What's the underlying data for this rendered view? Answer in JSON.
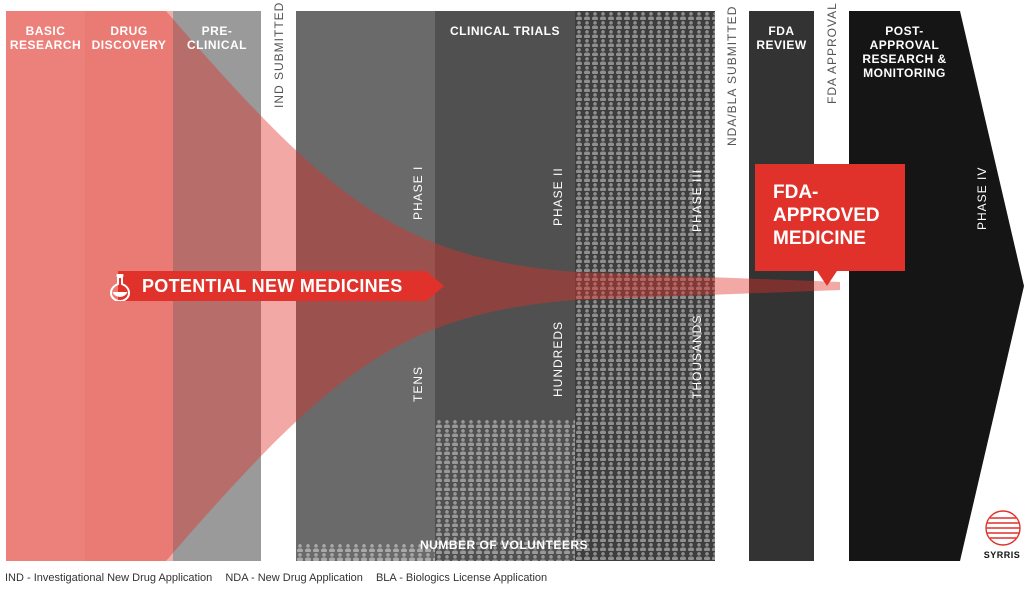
{
  "stages": {
    "basic_research": "BASIC\nRESEARCH",
    "drug_discovery": "DRUG\nDISCOVERY",
    "pre_clinical": "PRE-\nCLINICAL",
    "clinical_trials": "CLINICAL TRIALS",
    "fda_review": "FDA\nREVIEW",
    "post_approval": "POST-\nAPPROVAL\nRESEARCH &\nMONITORING"
  },
  "milestones": {
    "ind_submitted": "IND SUBMITTED",
    "nda_bla_submitted": "NDA/BLA SUBMITTED",
    "fda_approval": "FDA APPROVAL"
  },
  "phases": {
    "phase1": "PHASE I",
    "phase2": "PHASE II",
    "phase3": "PHASE III",
    "phase4": "PHASE IV"
  },
  "volunteer_counts": {
    "tens": "TENS",
    "hundreds": "HUNDREDS",
    "thousands": "THOUSANDS"
  },
  "volunteers_label": "NUMBER OF VOLUNTEERS",
  "funnel_label": "POTENTIAL NEW MEDICINES",
  "approved_label": "FDA-\nAPPROVED\nMEDICINE",
  "brand": "SYRRIS",
  "footnotes": [
    "IND - Investigational New Drug Application",
    "NDA - New Drug Application",
    "BLA - Biologics License Application"
  ],
  "icons": {
    "flask": "flask-icon",
    "logo": "syrris-logo-icon"
  },
  "colors": {
    "red": "#e0322a",
    "pink": "#f4b9b5",
    "gray_light": "#9a9a9a",
    "gray_mid": "#6a6a6a",
    "gray_dark": "#3e3e3e",
    "black": "#151515"
  }
}
